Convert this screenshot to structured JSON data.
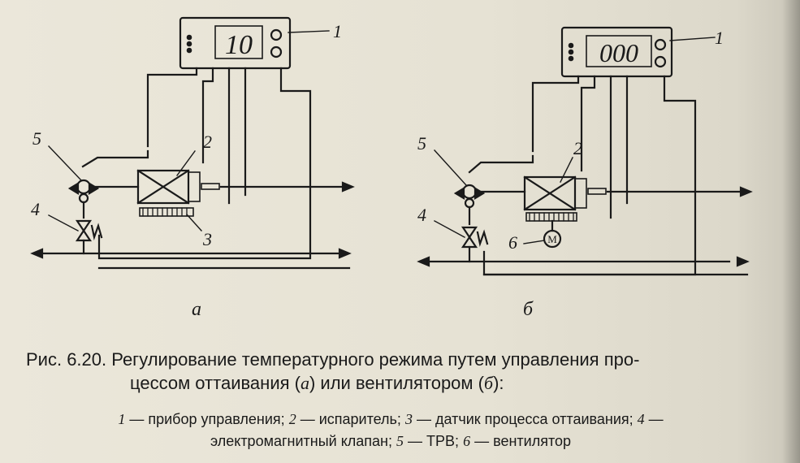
{
  "diagram_a": {
    "display": "10",
    "sublabel": "а",
    "callouts": {
      "controller": "1",
      "evaporator": "2",
      "defrost_sensor": "3",
      "solenoid_valve": "4",
      "trv": "5"
    }
  },
  "diagram_b": {
    "display": "000",
    "sublabel": "б",
    "callouts": {
      "controller": "1",
      "evaporator": "2",
      "solenoid_valve": "4",
      "trv": "5",
      "fan": "6"
    },
    "fan_symbol": "M"
  },
  "caption": {
    "line1": "Рис. 6.20. Регулирование температурного режима путем управления про-",
    "line2_pre": "цессом оттаивания (",
    "line2_a": "а",
    "line2_mid": ") или вентилятором (",
    "line2_b": "б",
    "line2_post": "):"
  },
  "legend": [
    {
      "num": "1",
      "text": "прибор управления;"
    },
    {
      "num": "2",
      "text": "испаритель;"
    },
    {
      "num": "3",
      "text": "датчик процесса оттаивания;"
    },
    {
      "num": "4",
      "text": "электромагнитный клапан;"
    },
    {
      "num": "5",
      "text": "ТРВ;"
    },
    {
      "num": "6",
      "text": "вентилятор"
    }
  ],
  "legend_separator": "—",
  "colors": {
    "ink": "#1a1a1a",
    "paper": "#e7e3d6"
  }
}
